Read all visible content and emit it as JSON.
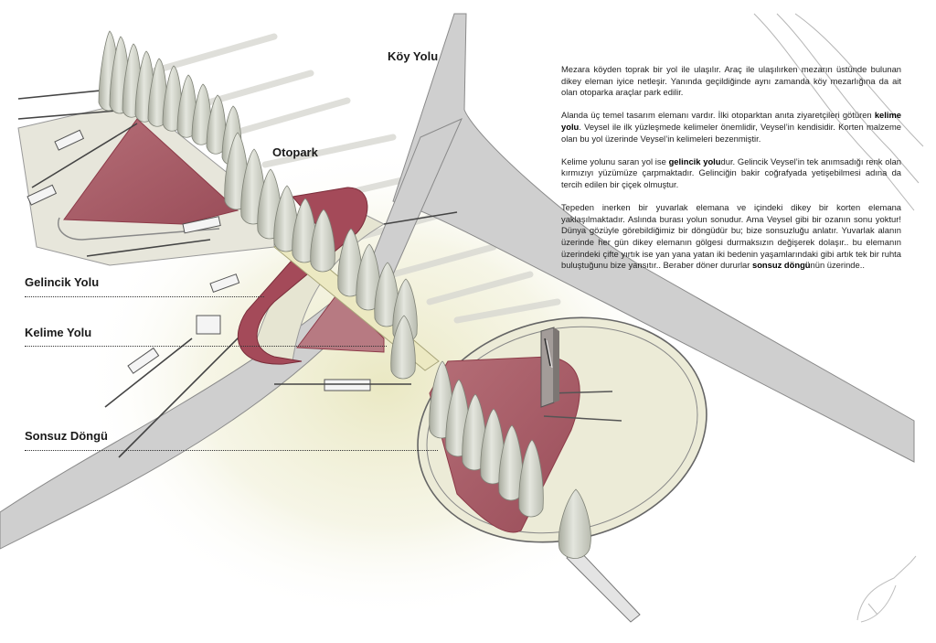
{
  "labels": {
    "koy_yolu": "Köy Yolu",
    "otopark": "Otopark",
    "gelincik_yolu": "Gelincik Yolu",
    "kelime_yolu": "Kelime Yolu",
    "sonsuz_dongu": "Sonsuz Döngü"
  },
  "description": {
    "p1": "Mezara köyden toprak bir yol ile ulaşılır. Araç ile ulaşılırken mezarın üstünde bulunan dikey eleman iyice netleşir. Yanında geçildiğinde aynı zamanda köy mezarlığına da ait olan otoparka araçlar park edilir.",
    "p2_a": "Alanda üç temel tasarım elemanı vardır. İlki otoparktan anıta ziyaretçileri götüren ",
    "p2_b": "kelime yolu",
    "p2_c": ". Veysel ile ilk yüzleşmede kelimeler önemlidir, Veysel’in kendisidir. Korten malzeme olan bu yol üzerinde Veysel’in kelimeleri bezenmiştir.",
    "p3_a": "Kelime yolunu saran yol ise ",
    "p3_b": "gelincik yolu",
    "p3_c": "dur. Gelincik Veysel’in tek anımsadığı renk olan kırmızıyı yüzümüze çarpmaktadır. Gelinciğin bakir coğrafyada yetişebilmesi adına da tercih edilen bir çiçek olmuştur.",
    "p4_a": "Tepeden inerken bir yuvarlak elemana ve içindeki dikey bir korten elemana yaklaşılmaktadır. Aslında burası yolun sonudur. Ama Veysel gibi bir ozanın sonu yoktur! Dünya gözüyle görebildiğimiz bir döngüdür bu; bize sonsuzluğu anlatır. Yuvarlak alanın üzerinde her gün dikey elemanın gölgesi durmaksızın değişerek dolaşır.. bu elemanın üzerindeki çifte yırtık ise yan yana yatan iki bedenin yaşamlarındaki gibi artık tek bir ruhta buluştuğunu bize yansıtır.. Beraber döner dururlar ",
    "p4_b": "sonsuz döngü",
    "p4_c": "nün üzerinde.."
  },
  "colors": {
    "road": "#cfcfcf",
    "road_edge": "#8a8a8a",
    "poppy": "#a8606a",
    "poppy_dark": "#8c3a48",
    "glow": "#ecebc9",
    "tree": "#d6d8cf",
    "tree_shade": "#a7aa9f",
    "shadow": "#dcdcd6"
  },
  "icons": {
    "trees": "cypress-tree-icon",
    "monument": "corten-monument-icon",
    "saz": "saz-instrument-icon"
  }
}
